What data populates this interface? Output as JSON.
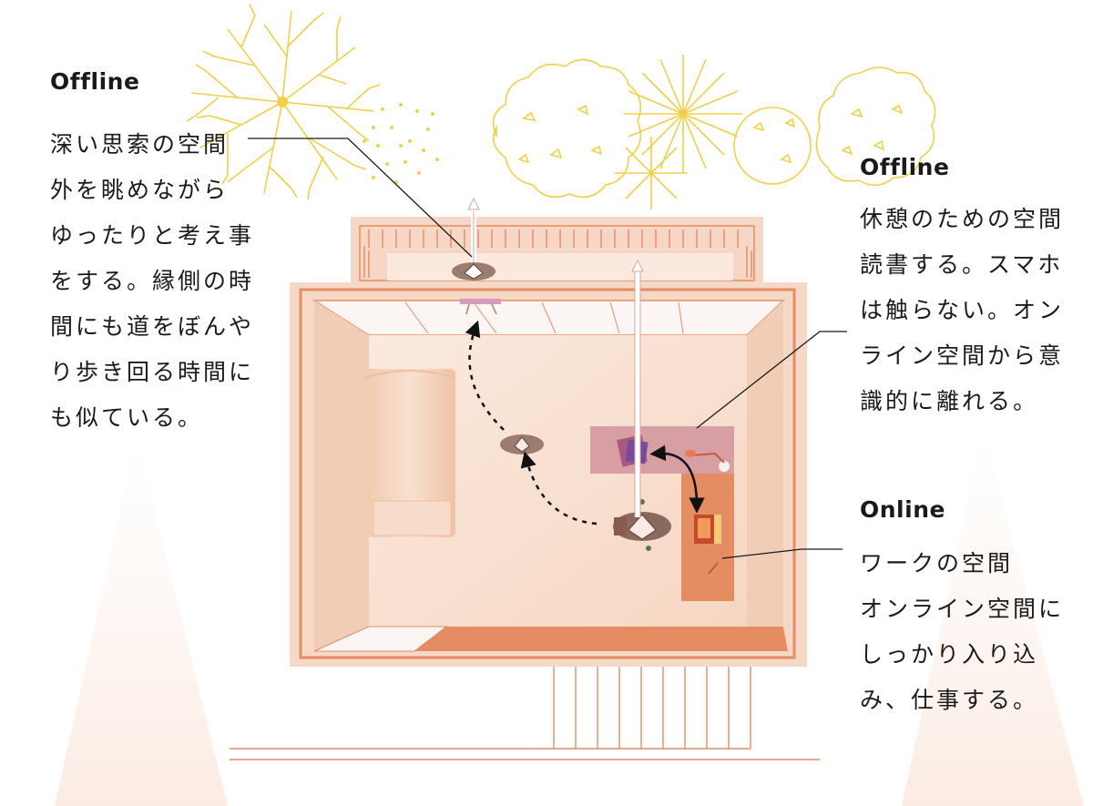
{
  "annotations": {
    "offline_left": {
      "title": "Offline",
      "lines": [
        "深い思索の空間",
        "外を眺めながら",
        "ゆったりと考え事",
        "をする。縁側の時",
        "間にも道をぼんや",
        "り歩き回る時間に",
        "も似ている。"
      ]
    },
    "offline_right": {
      "title": "Offline",
      "lines": [
        "休憩のための空間",
        "読書する。スマホ",
        "は触らない。オン",
        "ライン空間から意",
        "識的に離れる。"
      ]
    },
    "online_right": {
      "title": "Online",
      "lines": [
        "ワークの空間",
        "オンライン空間に",
        "しっかり入り込",
        "み、仕事する。"
      ]
    }
  },
  "colors": {
    "tree": "#f2cf4a",
    "wall": "#f6d8c6",
    "floor": "#f9e6da",
    "accent": "#e48d63",
    "leader": "#1a1a1a"
  }
}
